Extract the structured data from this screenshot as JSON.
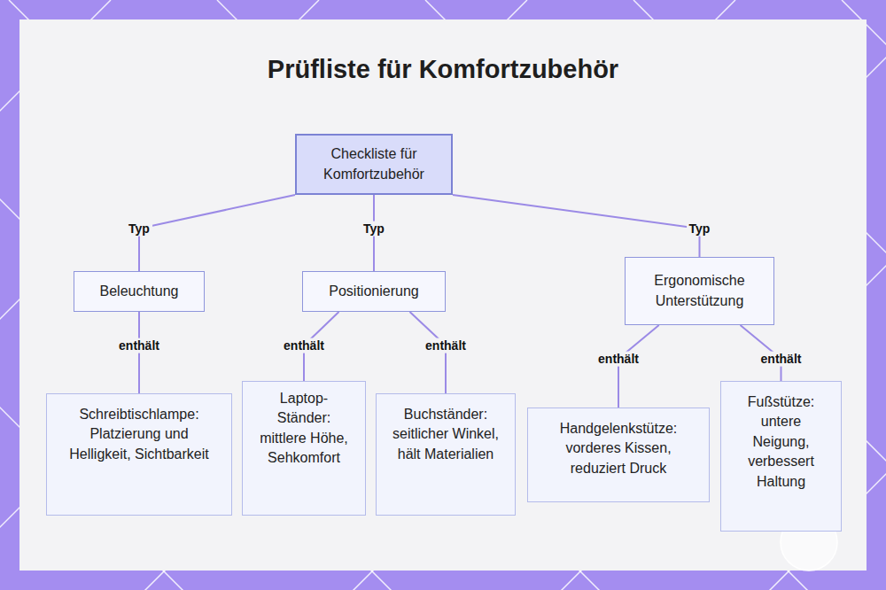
{
  "diagram": {
    "title": "Prüfliste für Komfortzubehör",
    "nodes": [
      {
        "text": [
          "Checkliste für Komfortzubehör"
        ]
      },
      {
        "text": [
          "Beleuchtung"
        ]
      },
      {
        "text": [
          "Positionierung"
        ]
      },
      {
        "text": [
          "Ergonomische Unterstützung"
        ]
      },
      {
        "text": [
          "Schreibtischlampe: Platzierung und Helligkeit, Sichtbarkeit"
        ]
      },
      {
        "text": [
          "Laptop-Ständer: mittlere Höhe, Sehkomfort"
        ]
      },
      {
        "text": [
          "Buchständer: seitlicher Winkel, hält Materialien"
        ]
      },
      {
        "text": [
          "Handgelenkstütze: vorderes Kissen, reduziert Druck"
        ]
      },
      {
        "text": [
          "Fußstütze: untere Neigung, verbessert Haltung"
        ]
      }
    ],
    "edges": [
      {
        "from": 0,
        "to": 1,
        "arrow": "none",
        "label": "Typ"
      },
      {
        "from": 0,
        "to": 2,
        "arrow": "none",
        "label": "Typ"
      },
      {
        "from": 0,
        "to": 3,
        "arrow": "none",
        "label": "Typ"
      },
      {
        "from": 1,
        "to": 4,
        "arrow": "none",
        "label": "enthält"
      },
      {
        "from": 2,
        "to": 5,
        "arrow": "none",
        "label": "enthält"
      },
      {
        "from": 2,
        "to": 6,
        "arrow": "none",
        "label": "enthält"
      },
      {
        "from": 3,
        "to": 7,
        "arrow": "none",
        "label": "enthält"
      },
      {
        "from": 3,
        "to": 8,
        "arrow": "none",
        "label": "enthält"
      }
    ]
  }
}
